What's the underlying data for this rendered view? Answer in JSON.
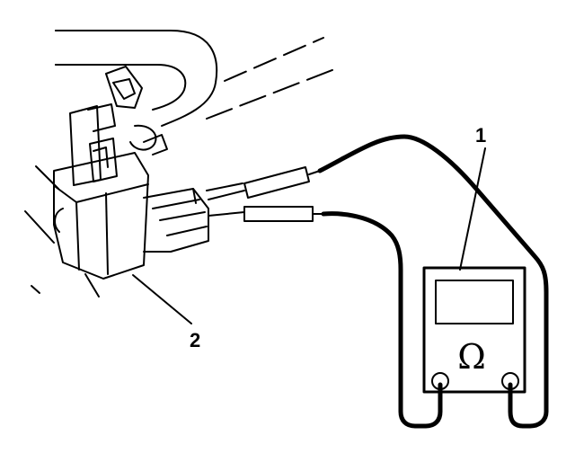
{
  "diagram": {
    "callouts": [
      {
        "id": "1",
        "label": "1",
        "refers_to": "ohmmeter"
      },
      {
        "id": "2",
        "label": "2",
        "refers_to": "solenoid valve"
      }
    ],
    "meter_symbol": "Ω"
  },
  "colors": {
    "line": "#000000",
    "background": "#ffffff"
  }
}
